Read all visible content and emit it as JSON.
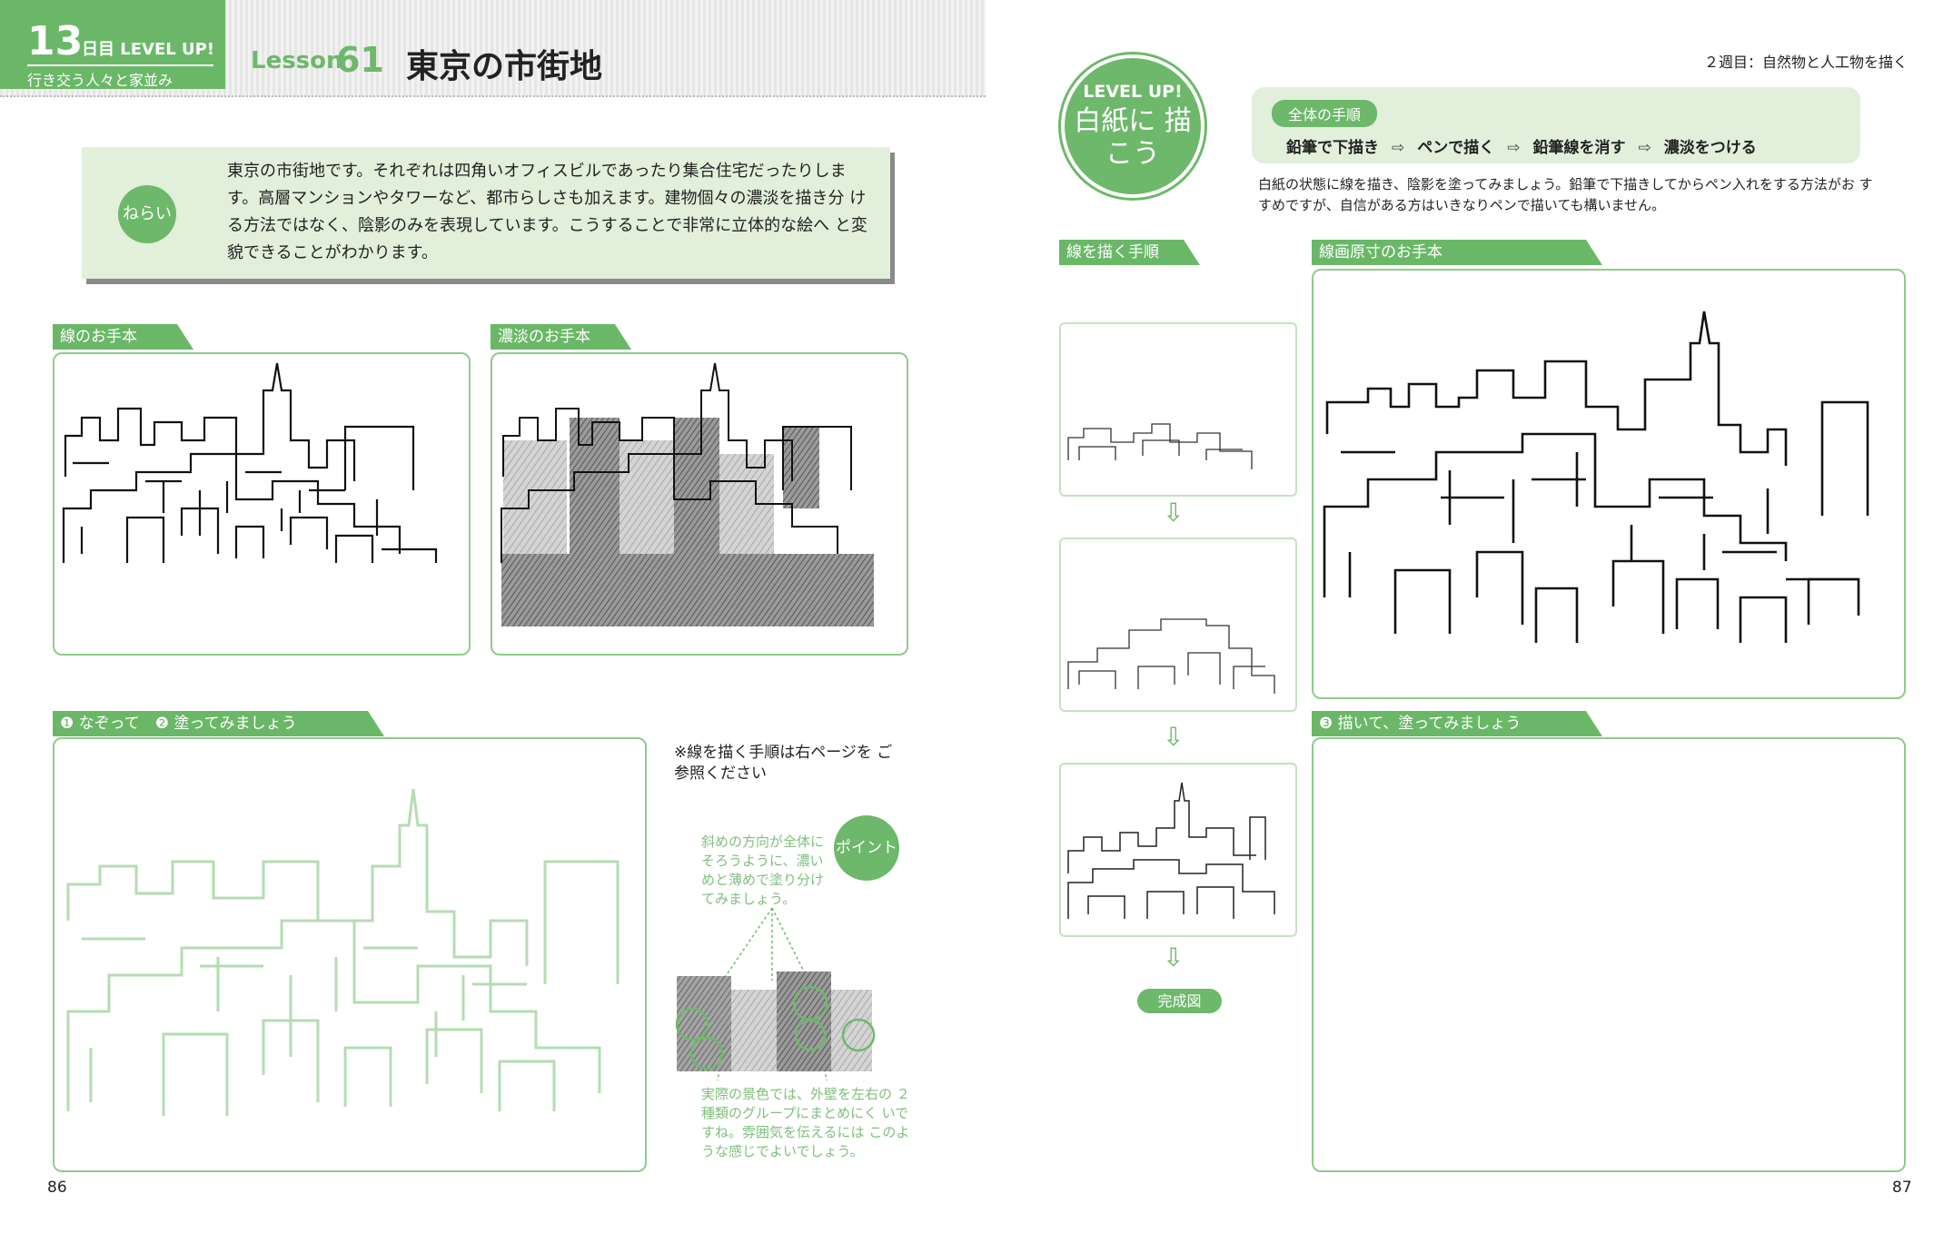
{
  "header": {
    "day_number": "13",
    "day_label": "日目 LEVEL UP!",
    "day_subtitle": "行き交う人々と家並み",
    "lesson_word": "Lesson",
    "lesson_number": "61",
    "lesson_title": "東京の市街地",
    "week_label": "２週目：自然物と人工物を描く"
  },
  "aim": {
    "badge": "ねらい",
    "text": "東京の市街地です。それぞれは四角いオフィスビルであったり集合住宅だったりしま す。高層マンションやタワーなど、都市らしさも加えます。建物個々の濃淡を描き分 ける方法ではなく、陰影のみを表現しています。こうすることで非常に立体的な絵へ と変貌できることがわかります。"
  },
  "left": {
    "line_model_label": "線のお手本",
    "tone_model_label": "濃淡のお手本",
    "practice_label": "❶ なぞって　❷ 塗ってみましょう",
    "reference_note": "※線を描く手順は右ページを ご参照ください",
    "point_badge": "ポイント",
    "point_text_top": "斜めの方向が全体に そろうように、濃い めと薄めで塗り分け てみましょう。",
    "point_text_bottom": "実際の景色では、外壁を左右の ２種類のグループにまとめにく いですね。雰囲気を伝えるには このような感じでよいでしょう。",
    "page_number": "86"
  },
  "right": {
    "levelup_top": "LEVEL UP!",
    "levelup_main": "白紙に 描こう",
    "procedure_title": "全体の手順",
    "procedure_steps": [
      "鉛筆で下描き",
      "ペンで描く",
      "鉛筆線を消す",
      "濃淡をつける"
    ],
    "procedure_arrow": "⇨",
    "procedure_note": "白紙の状態に線を描き、陰影を塗ってみましょう。鉛筆で下描きしてからペン入れをする方法がお すすめですが、自信がある方はいきなりペンで描いても構いません。",
    "steps_label": "線を描く手順",
    "fullsize_label": "線画原寸のお手本",
    "draw_label": "❸ 描いて、塗ってみましょう",
    "done_label": "完成図",
    "down_arrow": "⇩",
    "page_number": "87"
  },
  "colors": {
    "accent_green": "#6db86a",
    "light_green_bg": "#e1efdb",
    "frame_green": "#8fcb8b",
    "trace_green": "#b6dcb3"
  }
}
